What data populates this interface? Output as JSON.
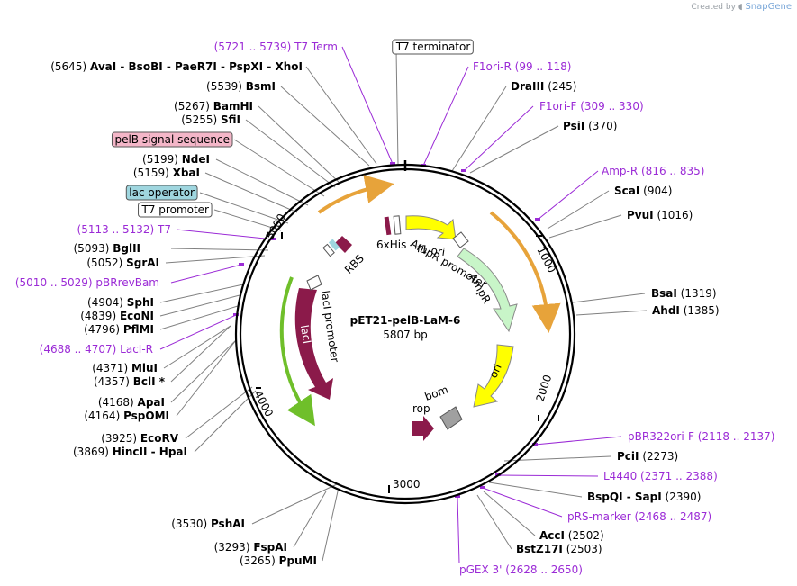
{
  "credit": {
    "prefix": "Created by",
    "brand": "SnapGene"
  },
  "plasmid": {
    "name": "pET21-pelB-LaM-6",
    "length": "5807 bp"
  },
  "ticks": [
    "1000",
    "2000",
    "3000",
    "4000",
    "5000"
  ],
  "colors": {
    "primer": "#9b2bd6",
    "site_line": "#808080",
    "backbone": "#000000",
    "lacI": "#8b1a4a",
    "ampR": "#c8f5c8",
    "ori": "#ffff00",
    "f1ori": "#ffff00",
    "orange_arc": "#e7a33a",
    "green_arc": "#6fbf2a",
    "lac_operator": "#9fd6df",
    "pelB": "#f4b6c8"
  },
  "labels": [
    {
      "pos": "(5645)",
      "name": "AvaI - BsoBI - PaeR7I - PspXI - XhoI",
      "type": "site"
    },
    {
      "pos": "(5721 .. 5739)",
      "name": "T7 Term",
      "type": "primer"
    },
    {
      "name": "T7 terminator",
      "type": "box-white"
    },
    {
      "name": "F1ori-R",
      "pos": "(99 .. 118)",
      "type": "primer"
    },
    {
      "name": "DraIII",
      "pos": "(245)",
      "type": "site"
    },
    {
      "pos": "(5539)",
      "name": "BsmI",
      "type": "site"
    },
    {
      "name": "F1ori-F",
      "pos": "(309 .. 330)",
      "type": "primer"
    },
    {
      "pos": "(5267)",
      "name": "BamHI",
      "type": "site"
    },
    {
      "pos": "(5255)",
      "name": "SfiI",
      "type": "site"
    },
    {
      "name": "PsiI",
      "pos": "(370)",
      "type": "site"
    },
    {
      "name": "pelB signal sequence",
      "type": "box-pink"
    },
    {
      "pos": "(5199)",
      "name": "NdeI",
      "type": "site"
    },
    {
      "name": "Amp-R",
      "pos": "(816 .. 835)",
      "type": "primer"
    },
    {
      "pos": "(5159)",
      "name": "XbaI",
      "type": "site"
    },
    {
      "name": "ScaI",
      "pos": "(904)",
      "type": "site"
    },
    {
      "name": "lac operator",
      "type": "box-blue"
    },
    {
      "name": "T7 promoter",
      "type": "box-white"
    },
    {
      "name": "PvuI",
      "pos": "(1016)",
      "type": "site"
    },
    {
      "pos": "(5113 .. 5132)",
      "name": "T7",
      "type": "primer"
    },
    {
      "pos": "(5093)",
      "name": "BglII",
      "type": "site"
    },
    {
      "pos": "(5052)",
      "name": "SgrAI",
      "type": "site"
    },
    {
      "pos": "(5010 .. 5029)",
      "name": "pBRrevBam",
      "type": "primer"
    },
    {
      "name": "BsaI",
      "pos": "(1319)",
      "type": "site"
    },
    {
      "pos": "(4904)",
      "name": "SphI",
      "type": "site"
    },
    {
      "name": "AhdI",
      "pos": "(1385)",
      "type": "site"
    },
    {
      "pos": "(4839)",
      "name": "EcoNI",
      "type": "site"
    },
    {
      "pos": "(4796)",
      "name": "PflMI",
      "type": "site"
    },
    {
      "pos": "(4688 .. 4707)",
      "name": "LacI-R",
      "type": "primer"
    },
    {
      "pos": "(4371)",
      "name": "MluI",
      "type": "site"
    },
    {
      "pos": "(4357)",
      "name": "BclI *",
      "type": "site"
    },
    {
      "pos": "(4168)",
      "name": "ApaI",
      "type": "site"
    },
    {
      "pos": "(4164)",
      "name": "PspOMI",
      "type": "site"
    },
    {
      "pos": "(3925)",
      "name": "EcoRV",
      "type": "site"
    },
    {
      "pos": "(3869)",
      "name": "HincII - HpaI",
      "type": "site"
    },
    {
      "name": "pBR322ori-F",
      "pos": "(2118 .. 2137)",
      "type": "primer"
    },
    {
      "name": "PciI",
      "pos": "(2273)",
      "type": "site"
    },
    {
      "name": "L4440",
      "pos": "(2371 .. 2388)",
      "type": "primer"
    },
    {
      "name": "BspQI - SapI",
      "pos": "(2390)",
      "type": "site"
    },
    {
      "name": "pRS-marker",
      "pos": "(2468 .. 2487)",
      "type": "primer"
    },
    {
      "pos": "(3530)",
      "name": "PshAI",
      "type": "site"
    },
    {
      "name": "AccI",
      "pos": "(2502)",
      "type": "site"
    },
    {
      "name": "BstZ17I",
      "pos": "(2503)",
      "type": "site"
    },
    {
      "pos": "(3293)",
      "name": "FspAI",
      "type": "site"
    },
    {
      "pos": "(3265)",
      "name": "PpuMI",
      "type": "site"
    },
    {
      "name": "pGEX 3'",
      "pos": "(2628 .. 2650)",
      "type": "primer"
    }
  ],
  "features": {
    "lacI": "lacI",
    "lacI_promoter": "lacI promoter",
    "rbs": "RBS",
    "his": "6xHis",
    "f1ori": "f1 ori",
    "ampR_promoter": "AmpR promoter",
    "ampR": "AmpR",
    "ori": "ori",
    "bom": "bom",
    "rop": "rop"
  }
}
